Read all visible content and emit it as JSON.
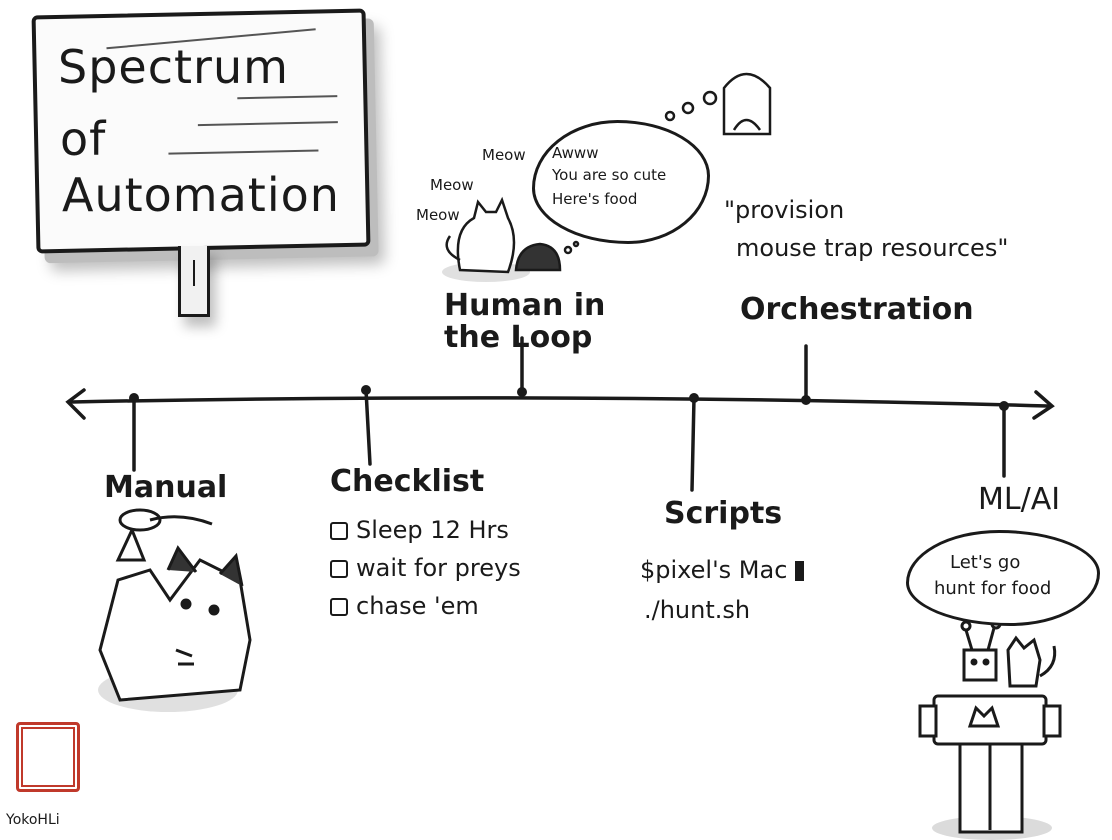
{
  "sign": {
    "line1": "Spectrum",
    "line2": "of",
    "line3": "Automation"
  },
  "timeline": {
    "stages": [
      {
        "label": "Manual"
      },
      {
        "label": "Checklist"
      },
      {
        "label": "Human in the Loop"
      },
      {
        "label": "Scripts"
      },
      {
        "label": "Orchestration"
      },
      {
        "label": "ML/AI"
      }
    ]
  },
  "checklist": {
    "items": [
      "Sleep 12 Hrs",
      "wait for preys",
      "chase 'em"
    ]
  },
  "human_loop": {
    "meows": [
      "Meow",
      "Meow",
      "Meow"
    ],
    "thought": [
      "Awww",
      "You are so cute",
      "Here's food"
    ]
  },
  "scripts": {
    "prompt": "$pixel's Mac",
    "command": "./hunt.sh"
  },
  "orchestration": {
    "quote_line1": "\"provision",
    "quote_line2": "mouse trap resources\""
  },
  "ml": {
    "speech_line1": "Let's go",
    "speech_line2": "hunt for food"
  },
  "signature": "YokoHLi",
  "colors": {
    "ink": "#1a1a1a",
    "stamp": "#c0392b",
    "shadow": "#bdbdbd"
  }
}
